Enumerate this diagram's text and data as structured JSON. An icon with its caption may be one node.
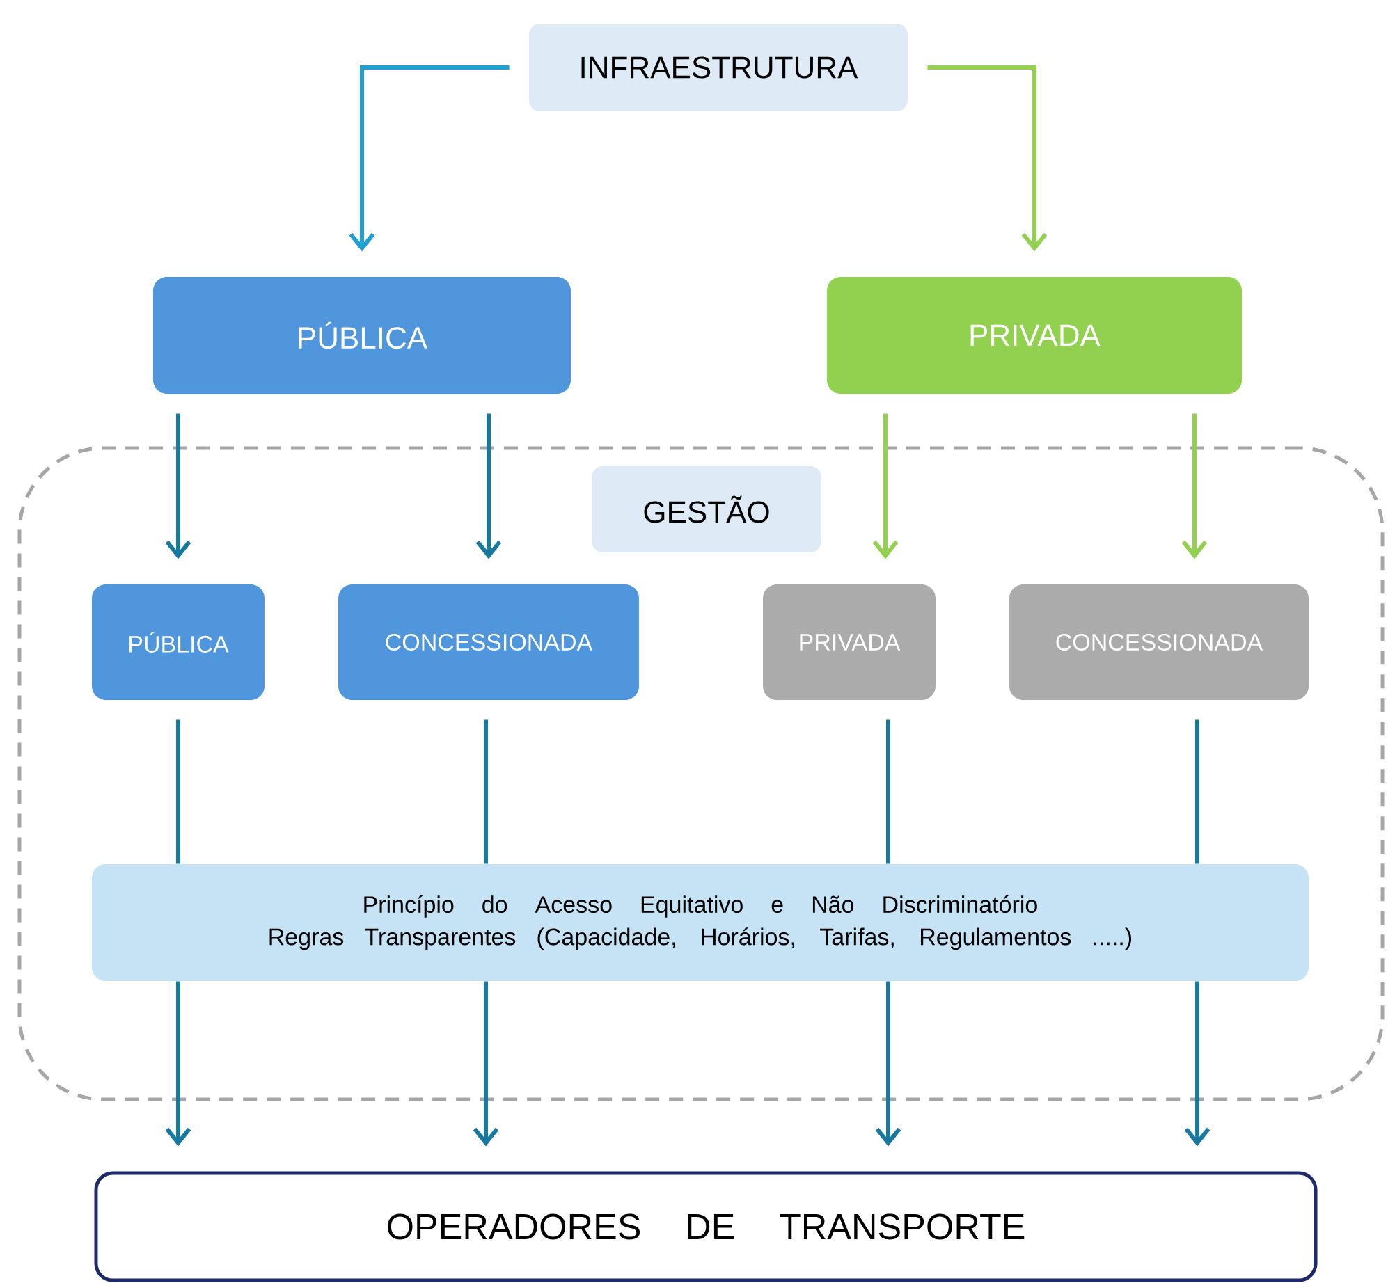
{
  "diagram": {
    "nodes": [
      {
        "text": [
          "INFRAESTRUTURA"
        ]
      },
      {
        "text": [
          "PÚBLICA"
        ]
      },
      {
        "text": [
          "PRIVADA"
        ]
      },
      {
        "text": [],
        "shape": "box"
      },
      {
        "text": [
          "GESTÃO"
        ],
        "in": 3
      },
      {
        "text": [
          "PÚBLICA"
        ],
        "in": 3
      },
      {
        "text": [
          "CONCESSIONADA"
        ],
        "in": 3
      },
      {
        "text": [
          "PRIVADA"
        ],
        "in": 3
      },
      {
        "text": [
          "CONCESSIONADA"
        ],
        "in": 3
      },
      {
        "text": [
          "Princípio do Acesso Equitativo e Não Discriminatório",
          "Regras Transparentes (Capacidade, Horários, Tarifas, Regulamentos .....)"
        ],
        "in": 3
      },
      {
        "text": [
          "OPERADORES DE TRANSPORTE"
        ]
      }
    ],
    "edges": [
      {
        "from": 0,
        "to": 1,
        "arrow": "to",
        "color": "#1fa0d2"
      },
      {
        "from": 0,
        "to": 2,
        "arrow": "to",
        "color": "#92d050"
      },
      {
        "from": 1,
        "to": 5,
        "arrow": "to"
      },
      {
        "from": 1,
        "to": 6,
        "arrow": "to"
      },
      {
        "from": 2,
        "to": 7,
        "arrow": "to",
        "color": "#92d050"
      },
      {
        "from": 2,
        "to": 8,
        "arrow": "to",
        "color": "#92d050"
      },
      {
        "from": 5,
        "to": 9,
        "arrow": "none"
      },
      {
        "from": 6,
        "to": 9,
        "arrow": "none"
      },
      {
        "from": 7,
        "to": 9,
        "arrow": "none"
      },
      {
        "from": 8,
        "to": 9,
        "arrow": "none"
      },
      {
        "from": 9,
        "to": 10,
        "arrow": "to"
      },
      {
        "from": 9,
        "to": 10,
        "arrow": "to"
      },
      {
        "from": 9,
        "to": 10,
        "arrow": "to"
      },
      {
        "from": 9,
        "to": 10,
        "arrow": "to"
      }
    ]
  }
}
